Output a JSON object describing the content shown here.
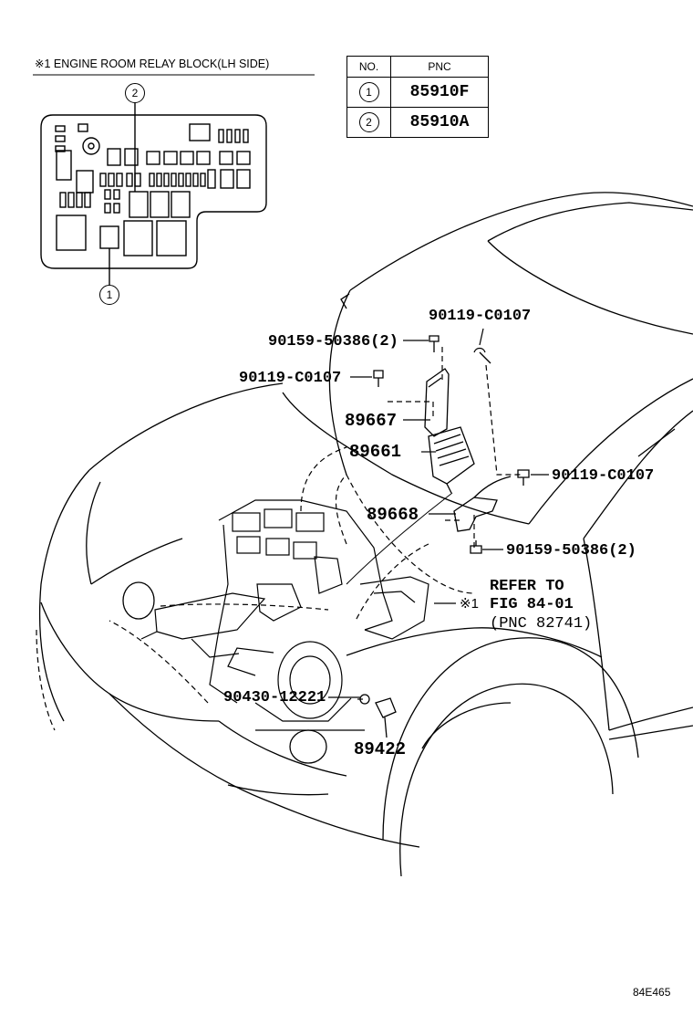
{
  "title": "※1  ENGINE ROOM RELAY BLOCK(LH SIDE)",
  "table": {
    "headers": [
      "NO.",
      "PNC"
    ],
    "rows": [
      {
        "no": "1",
        "pnc": "85910F"
      },
      {
        "no": "2",
        "pnc": "85910A"
      }
    ]
  },
  "callouts": {
    "c1": "1",
    "c2": "2"
  },
  "labels": {
    "p90119_a": "90119-C0107",
    "p90159_a": "90159-50386(2)",
    "p90119_b": "90119-C0107",
    "p89667": "89667",
    "p89661": "89661",
    "p90119_c": "90119-C0107",
    "p89668": "89668",
    "p90159_b": "90159-50386(2)",
    "refer1": "REFER TO",
    "refer2": "FIG 84-01",
    "refer3": "(PNC 82741)",
    "mark": "※1",
    "p90430": "90430-12221",
    "p89422": "89422"
  },
  "figure_code": "84E465"
}
